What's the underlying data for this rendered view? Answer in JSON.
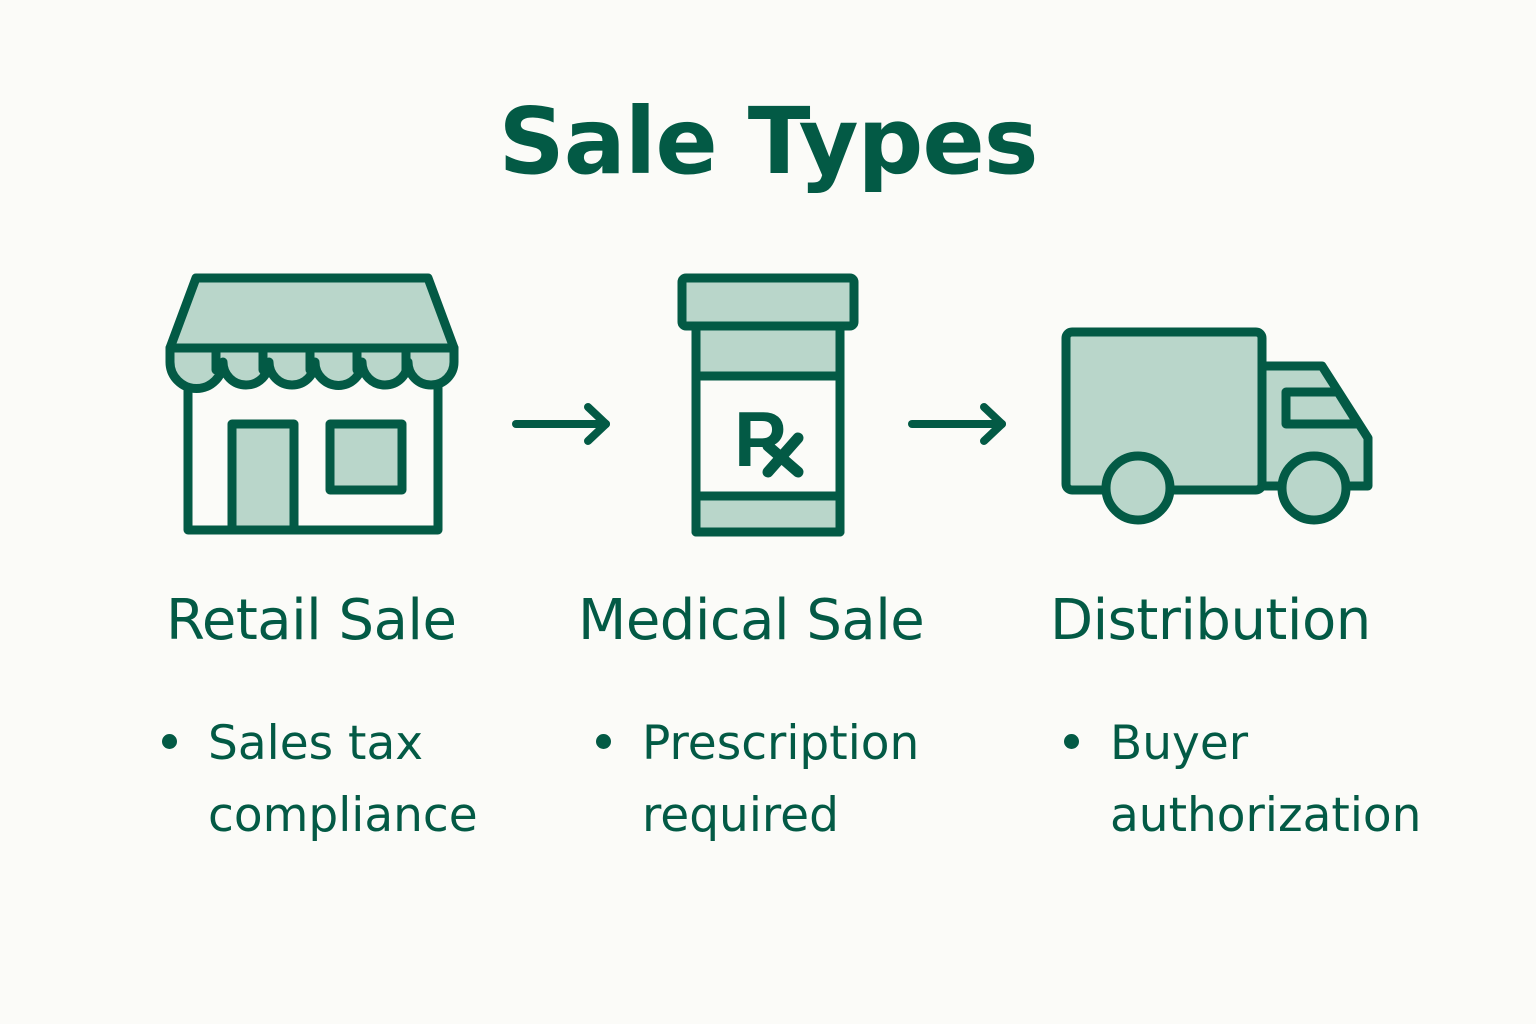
{
  "title": "Sale Types",
  "colors": {
    "background": "#fbfbf8",
    "primary": "#035a45",
    "fill_light": "#b9d6ca"
  },
  "flow": [
    {
      "id": "retail",
      "icon": "storefront-icon",
      "label": "Retail Sale",
      "bullets": [
        {
          "line1": "Sales tax",
          "line2": "compliance"
        }
      ]
    },
    {
      "id": "medical",
      "icon": "prescription-bottle-icon",
      "icon_text": "Rx",
      "label": "Medical Sale",
      "bullets": [
        {
          "line1": "Prescription",
          "line2": "required"
        }
      ]
    },
    {
      "id": "distribution",
      "icon": "delivery-truck-icon",
      "label": "Distribution",
      "bullets": [
        {
          "line1": "Buyer",
          "line2": "authorization"
        }
      ]
    }
  ],
  "connectors": [
    "arrow-right-icon",
    "arrow-right-icon"
  ]
}
